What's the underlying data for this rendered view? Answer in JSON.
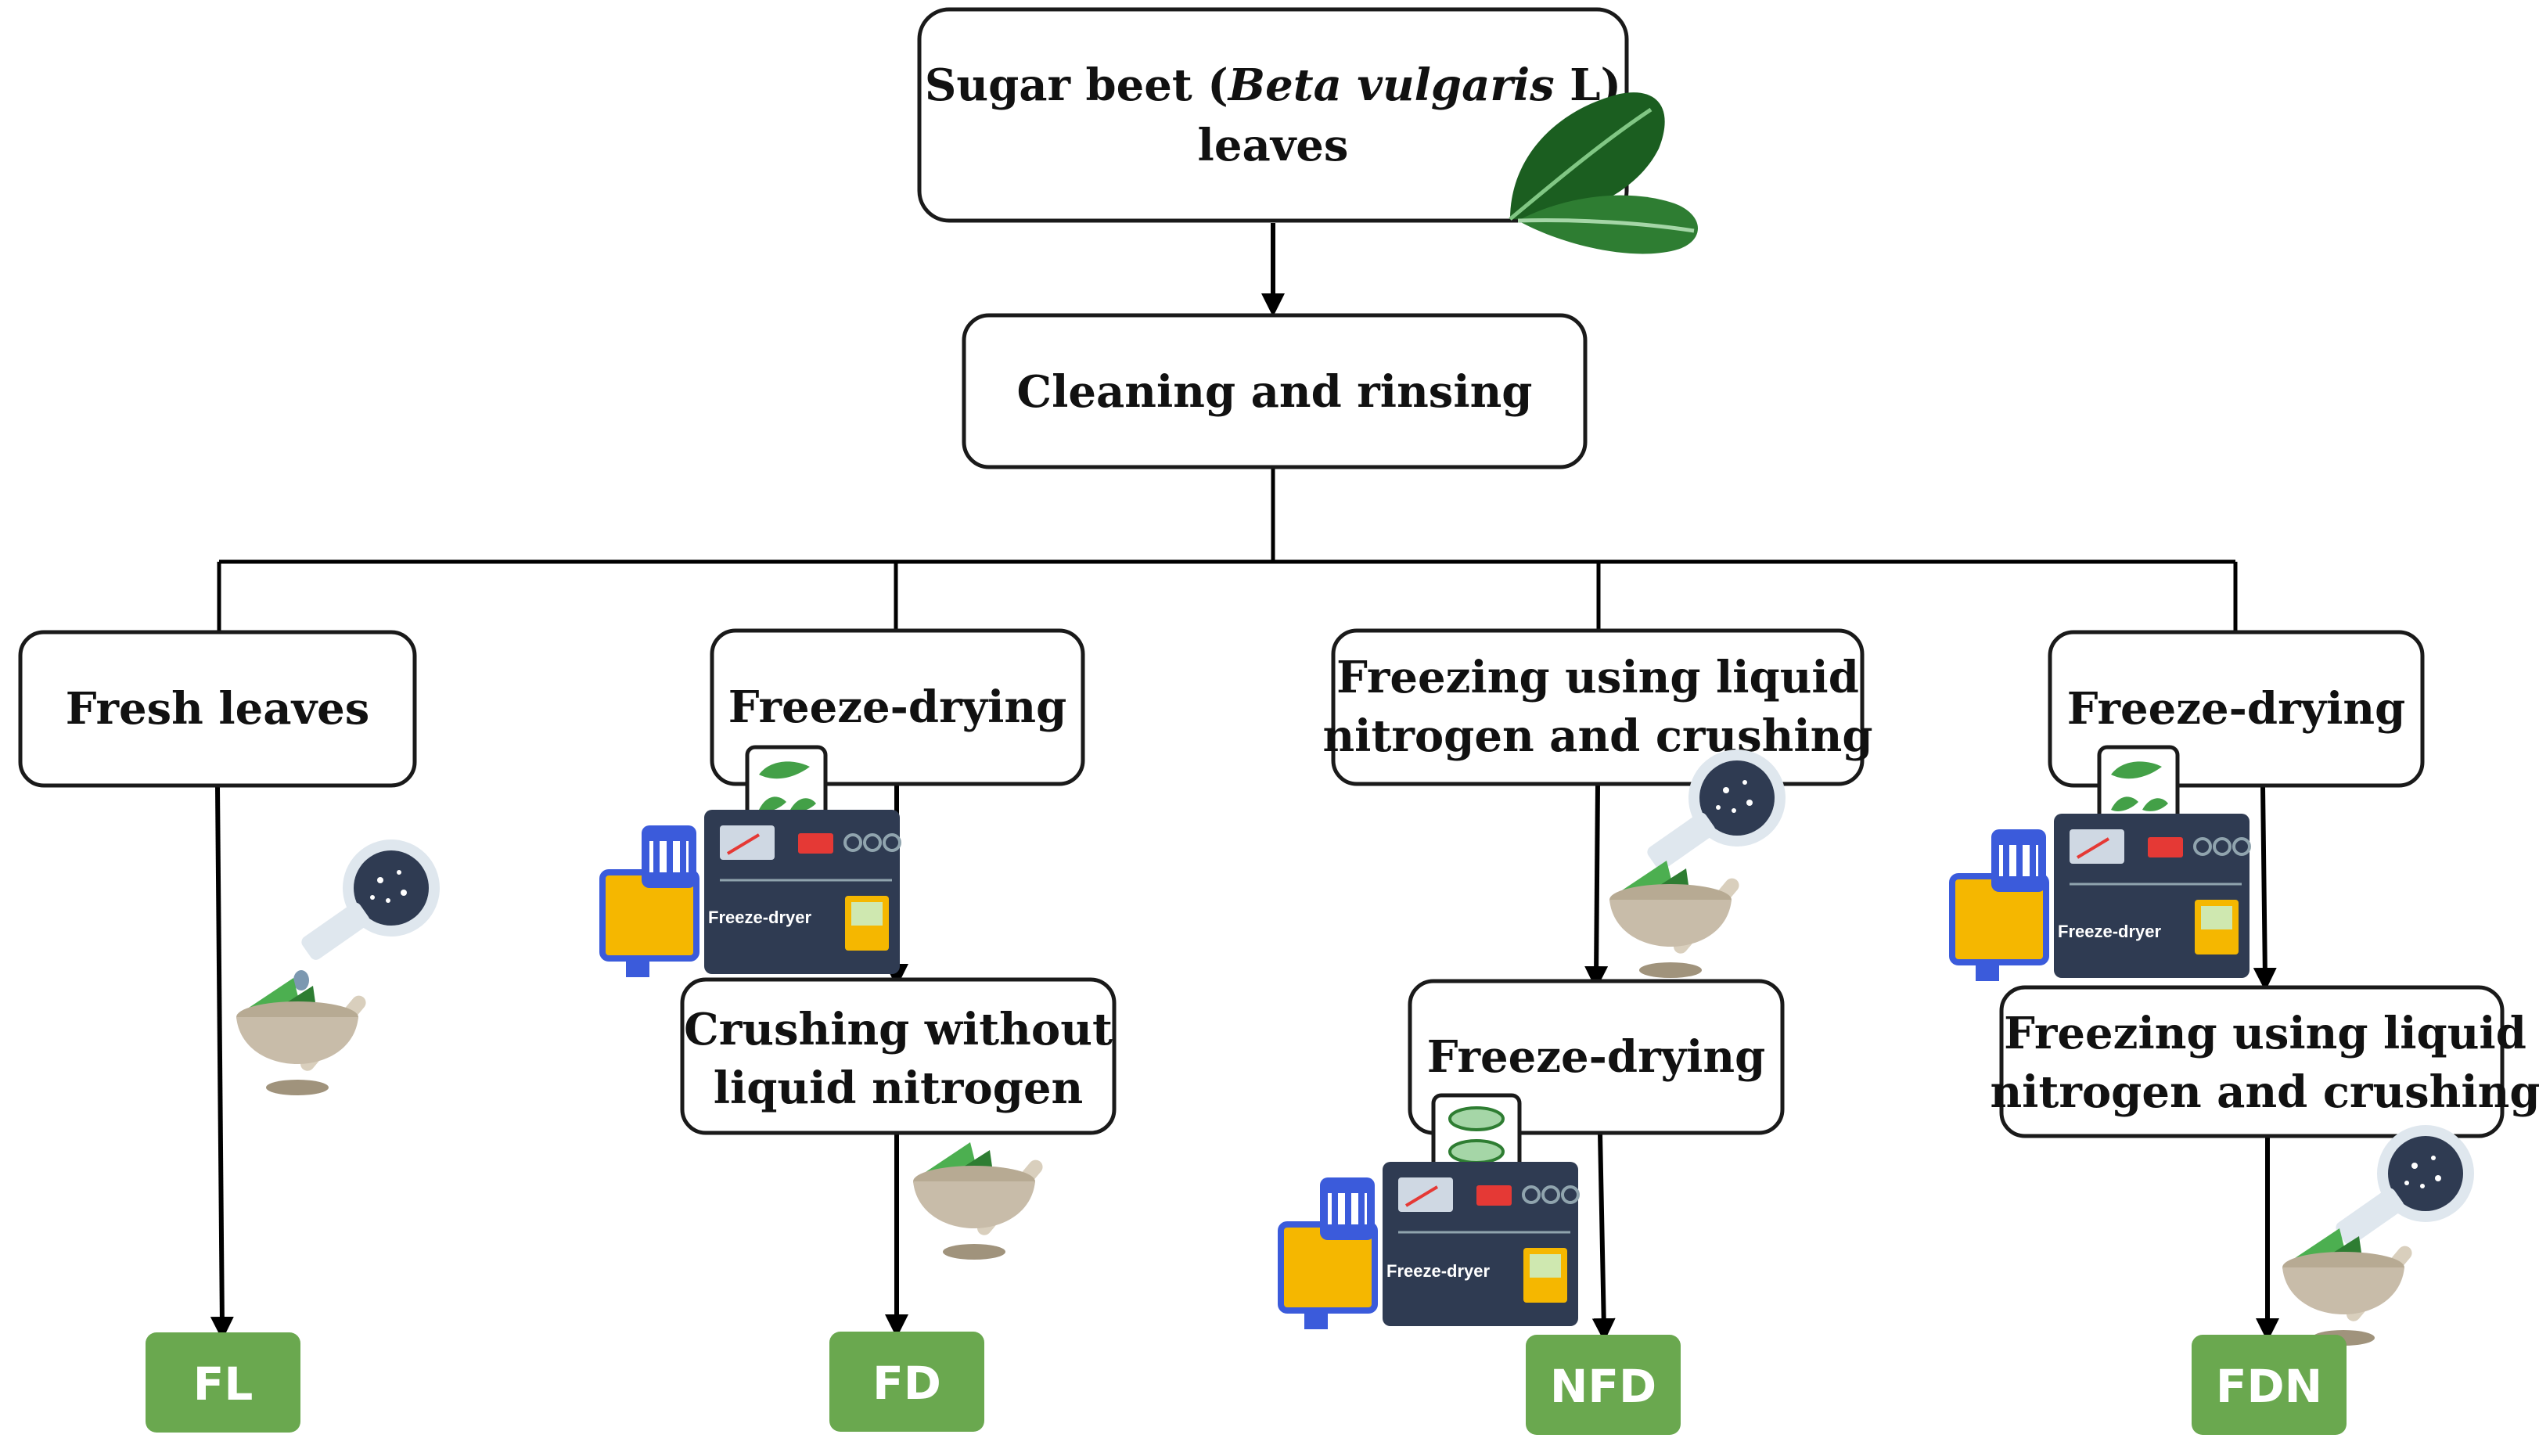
{
  "boxes": {
    "top_line1_a": "Sugar beet (",
    "top_line1_italic": "Beta vulgaris",
    "top_line1_b": " L)",
    "top_line2": "leaves",
    "cleaning": "Cleaning and rinsing",
    "fresh": "Fresh leaves",
    "fd_step1": "Freeze-drying",
    "fd_step2_line1": "Crushing without",
    "fd_step2_line2": "liquid nitrogen",
    "nfd_step1_line1": "Freezing using liquid",
    "nfd_step1_line2": "nitrogen and crushing",
    "nfd_step2": "Freeze-drying",
    "fdn_step1": "Freeze-drying",
    "fdn_step2_line1": "Freezing using liquid",
    "fdn_step2_line2": "nitrogen and crushing"
  },
  "outputs": {
    "fl": "FL",
    "fd": "FD",
    "nfd": "NFD",
    "fdn": "FDN"
  },
  "device_label": "Freeze-dryer",
  "colors": {
    "output_green": "#6aa84f",
    "leaf_green": "#2e7d32",
    "device_body": "#2f3b52",
    "device_accent": "#f5b700",
    "device_blue": "#3b5bdb",
    "mortar": "#c8bca9"
  }
}
